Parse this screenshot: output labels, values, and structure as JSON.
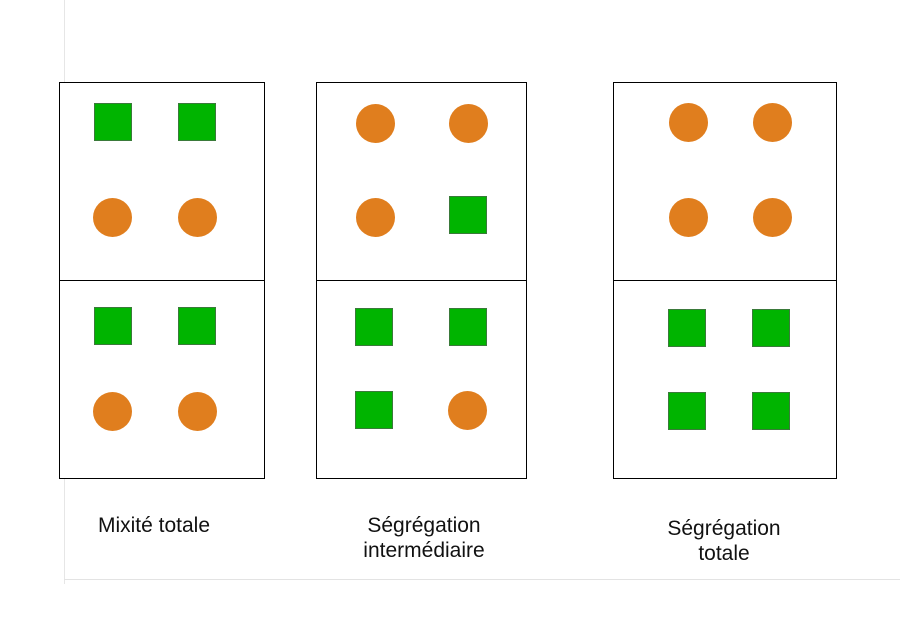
{
  "colors": {
    "circle": "#e07e1e",
    "square": "#00b400",
    "border": "#000000"
  },
  "panels": [
    {
      "id": "mixite-totale",
      "caption": [
        "Mixité totale"
      ],
      "cells": [
        [
          "square",
          "square",
          "circle",
          "circle"
        ],
        [
          "square",
          "square",
          "circle",
          "circle"
        ]
      ]
    },
    {
      "id": "segregation-intermediaire",
      "caption": [
        "Ségrégation",
        "intermédiaire"
      ],
      "cells": [
        [
          "circle",
          "circle",
          "circle",
          "square"
        ],
        [
          "square",
          "square",
          "square",
          "circle"
        ]
      ]
    },
    {
      "id": "segregation-totale",
      "caption": [
        "Ségrégation",
        "totale"
      ],
      "cells": [
        [
          "circle",
          "circle",
          "circle",
          "circle"
        ],
        [
          "square",
          "square",
          "square",
          "square"
        ]
      ]
    }
  ]
}
